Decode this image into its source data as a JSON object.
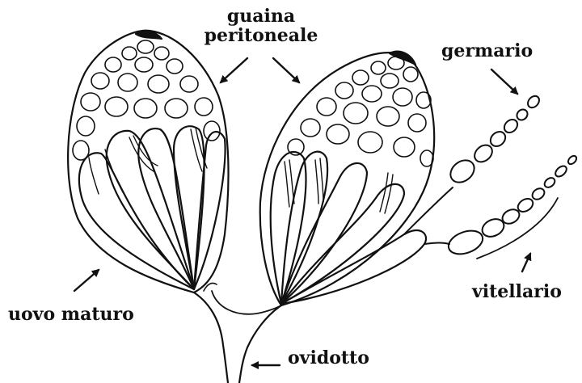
{
  "labels": {
    "guaina_line1": "guaina",
    "guaina_line2": "peritoneale",
    "germario": "germario",
    "vitellario": "vitellario",
    "uovo_maturo": "uovo maturo",
    "ovidotto": "ovidotto"
  },
  "colors": {
    "ink": "#111111",
    "background": "#ffffff"
  }
}
